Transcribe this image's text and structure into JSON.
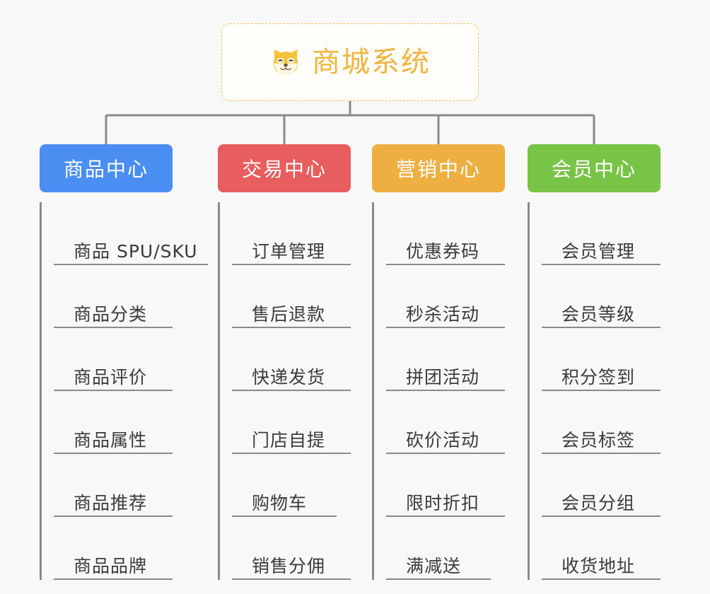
{
  "page": {
    "background": "#f8f8f8",
    "title": "商城系统脑图"
  },
  "root": {
    "label": "商城系统",
    "icon": "shiba-dog-icon",
    "text_color": "#f0b53e",
    "border_color": "#efc15c",
    "background": "#fffefb"
  },
  "connector": {
    "color": "#8a8a8a",
    "width": 3
  },
  "branches": [
    {
      "label": "商品中心",
      "color": "#4a8ef2",
      "children": [
        {
          "label": "商品 SPU/SKU",
          "width": "long"
        },
        {
          "label": "商品分类",
          "width": "med"
        },
        {
          "label": "商品评价",
          "width": "med"
        },
        {
          "label": "商品属性",
          "width": "med"
        },
        {
          "label": "商品推荐",
          "width": "med"
        },
        {
          "label": "商品品牌",
          "width": "med"
        }
      ]
    },
    {
      "label": "交易中心",
      "color": "#e85d5d",
      "children": [
        {
          "label": "订单管理",
          "width": "med"
        },
        {
          "label": "售后退款",
          "width": "med"
        },
        {
          "label": "快递发货",
          "width": "med"
        },
        {
          "label": "门店自提",
          "width": "med"
        },
        {
          "label": "购物车",
          "width": "short"
        },
        {
          "label": "销售分佣",
          "width": "med"
        }
      ]
    },
    {
      "label": "营销中心",
      "color": "#edaf41",
      "children": [
        {
          "label": "优惠券码",
          "width": "med"
        },
        {
          "label": "秒杀活动",
          "width": "med"
        },
        {
          "label": "拼团活动",
          "width": "med"
        },
        {
          "label": "砍价活动",
          "width": "med"
        },
        {
          "label": "限时折扣",
          "width": "med"
        },
        {
          "label": "满减送",
          "width": "short"
        }
      ]
    },
    {
      "label": "会员中心",
      "color": "#78c446",
      "children": [
        {
          "label": "会员管理",
          "width": "med"
        },
        {
          "label": "会员等级",
          "width": "med"
        },
        {
          "label": "积分签到",
          "width": "med"
        },
        {
          "label": "会员标签",
          "width": "med"
        },
        {
          "label": "会员分组",
          "width": "med"
        },
        {
          "label": "收货地址",
          "width": "med"
        }
      ]
    }
  ]
}
